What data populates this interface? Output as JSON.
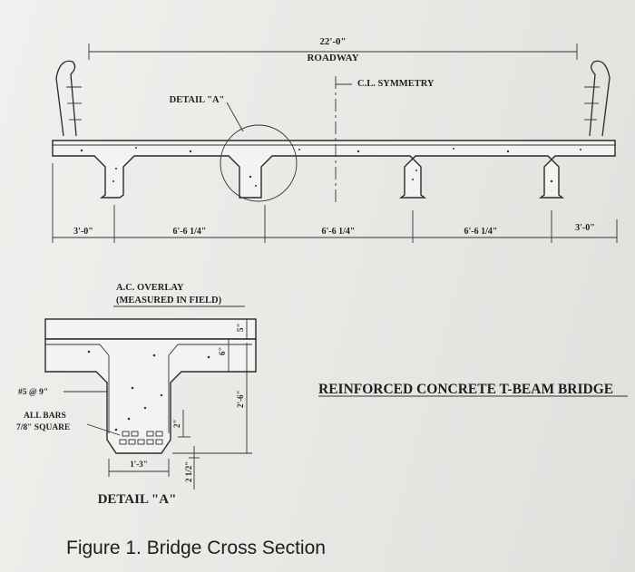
{
  "top_view": {
    "roadway_dim": "22'-0\"",
    "roadway_label": "ROADWAY",
    "centerline_label": "C.L. SYMMETRY",
    "detail_callout": "DETAIL \"A\"",
    "spacing_left": "3'-0\"",
    "spacing_1": "6'-6 1/4\"",
    "spacing_2": "6'-6 1/4\"",
    "spacing_3": "6'-6 1/4\"",
    "spacing_right": "3'-0\""
  },
  "detail": {
    "overlay_line1": "A.C. OVERLAY",
    "overlay_line2": "(MEASURED IN FIELD)",
    "dim_5": "5\"",
    "dim_6": "6\"",
    "dim_depth": "2'-6\"",
    "dim_2": "2\"",
    "dim_2half": "2 1/2\"",
    "dim_width": "1'-3\"",
    "bar_label": "#5 @ 9\"",
    "all_bars_line1": "ALL BARS",
    "all_bars_line2": "7/8\" SQUARE",
    "name": "DETAIL \"A\""
  },
  "title": "REINFORCED CONCRETE T-BEAM BRIDGE",
  "caption": "Figure 1.  Bridge Cross Section"
}
